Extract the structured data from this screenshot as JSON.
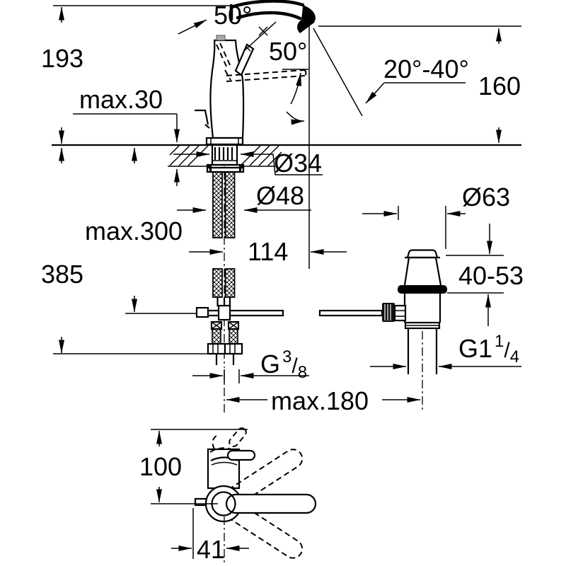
{
  "colors": {
    "ink": "#000000",
    "paper": "#ffffff"
  },
  "dims": {
    "d193": "193",
    "max30": "max.30",
    "angle50_spout": "50°",
    "angle50_lever": "50°",
    "angle20_40": "20°-40°",
    "d160": "160",
    "d385": "385",
    "max300": "max.300",
    "dia34": "Ø34",
    "dia48": "Ø48",
    "d114": "114",
    "dia63": "Ø63",
    "d40_53": "40-53",
    "max180": "max.180",
    "d100": "100",
    "d41": "41",
    "g38": {
      "prefix": "G",
      "num": "3",
      "slash": "/",
      "den": "8"
    },
    "g114": {
      "prefix": "G1",
      "num": "1",
      "slash": "/",
      "den": "4"
    }
  }
}
